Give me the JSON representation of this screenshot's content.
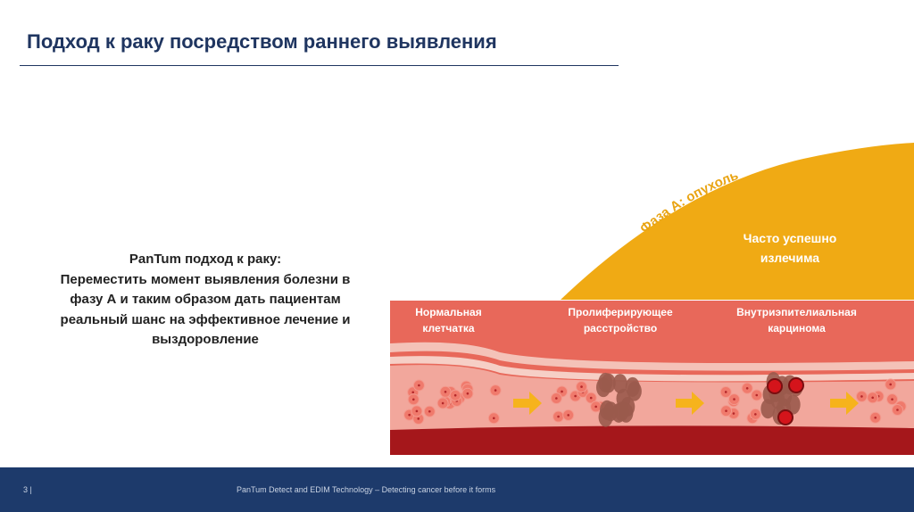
{
  "title": "Подход к раку посредством раннего выявления",
  "body": {
    "lines": [
      "PanTum подход к раку:",
      "Переместить момент выявления болезни в",
      "фазу А и таким образом дать пациентам",
      "реальный шанс на эффективное лечение и",
      "выздоровление"
    ]
  },
  "illustration": {
    "phase_label": "Фаза А: опухоль",
    "cure_lines": [
      "Часто успешно",
      "излечима"
    ],
    "stages": [
      {
        "line1": "Нормальная",
        "line2": "клетчатка"
      },
      {
        "line1": "Пролиферирующее",
        "line2": "расстройство"
      },
      {
        "line1": "Внутриэпителиальная",
        "line2": "карцинома"
      }
    ],
    "colors": {
      "curve": "#f0aa14",
      "tissue": "#e8685a",
      "inner": "#f2a79c",
      "base": "#a5171b",
      "arrow": "#f6b31c"
    }
  },
  "footer": {
    "page": "3 |",
    "text": "PanTum Detect and EDIM Technology  – Detecting cancer before it forms"
  }
}
